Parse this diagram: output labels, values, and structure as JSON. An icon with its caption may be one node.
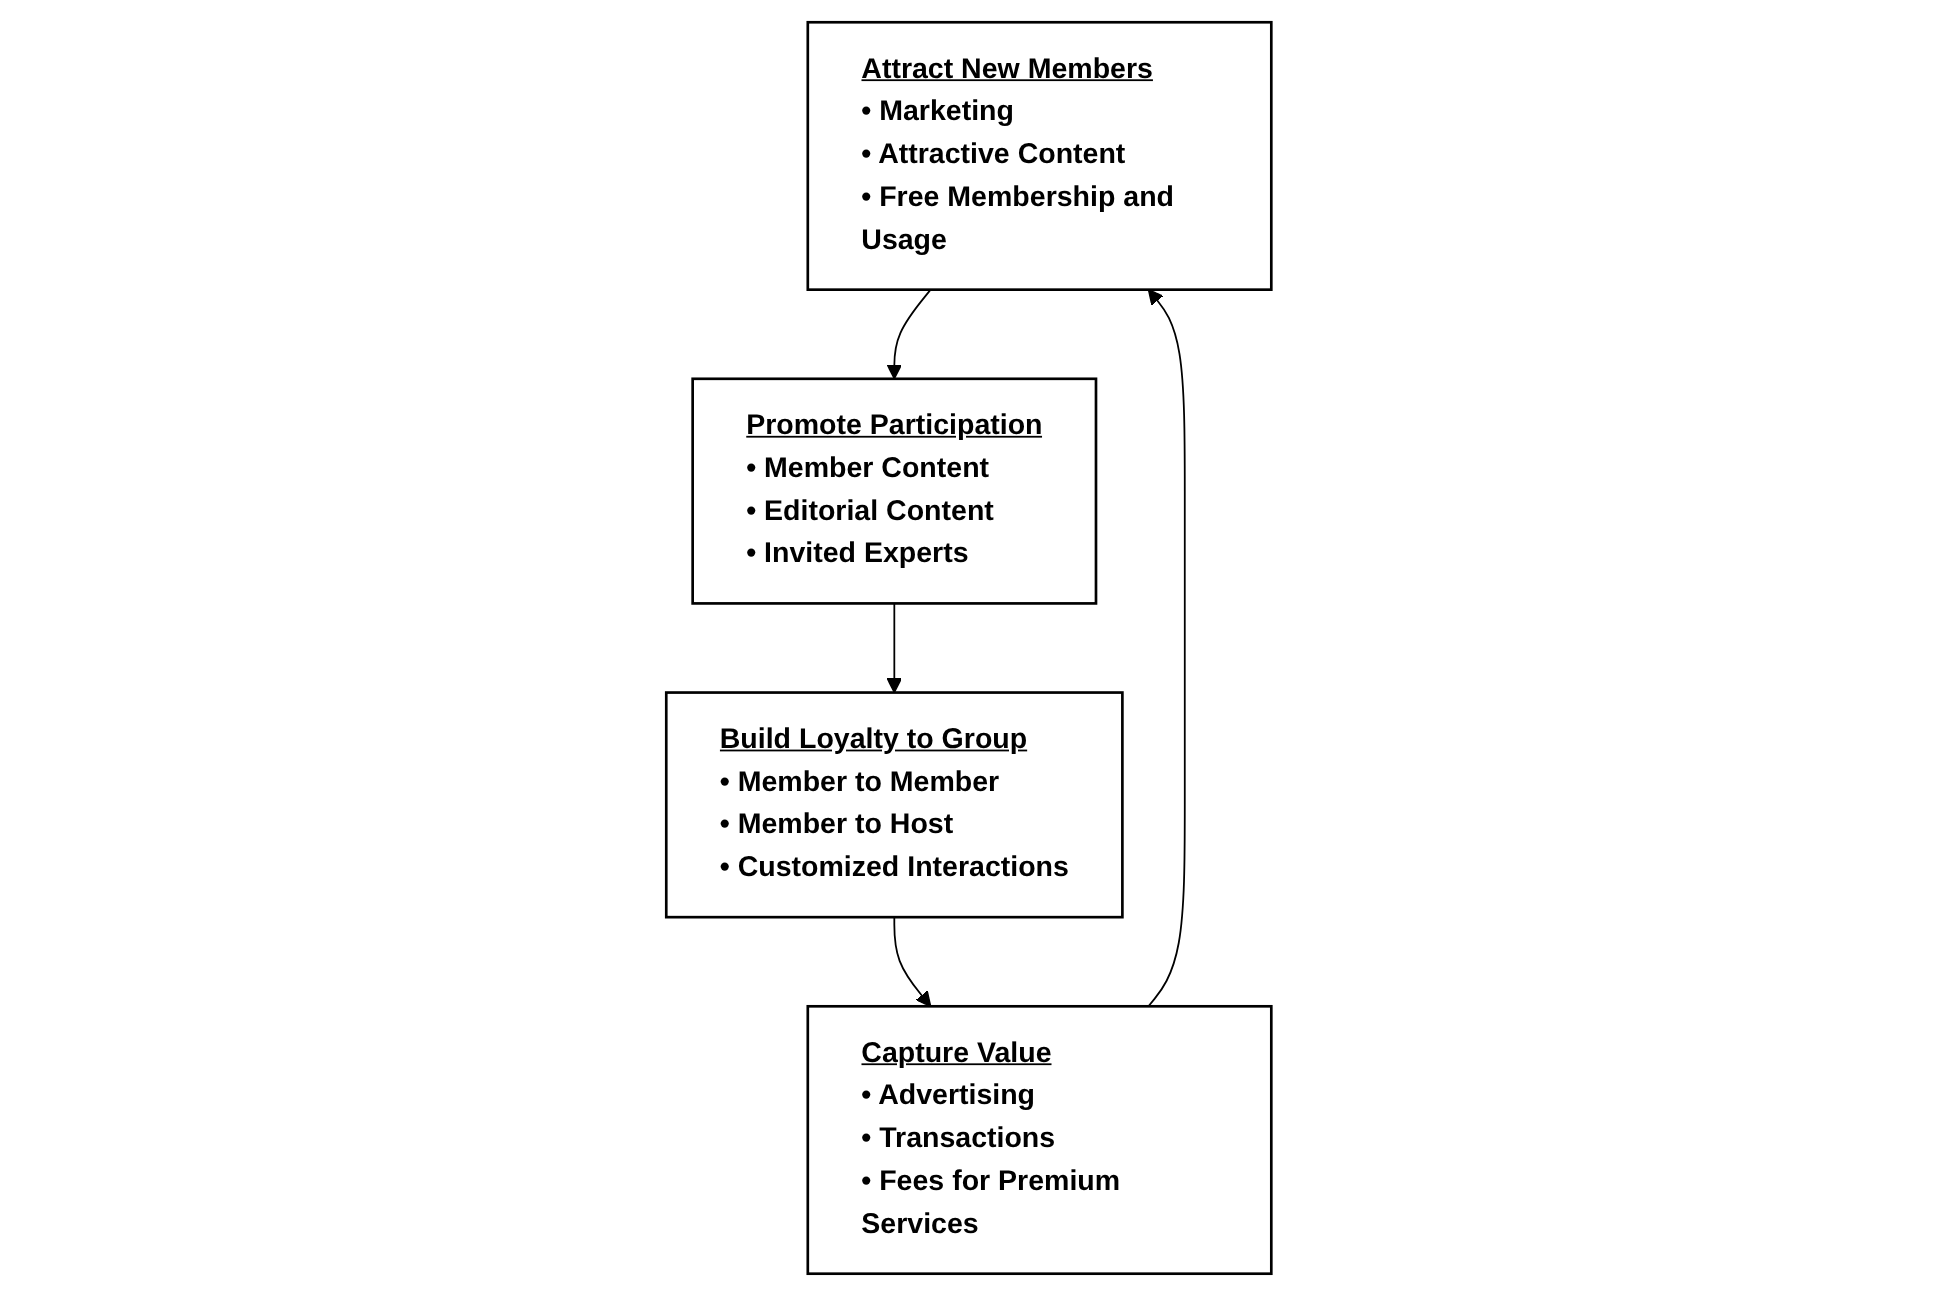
{
  "diagram": {
    "nodes": [
      {
        "text": [
          "Attract New Members",
          "• Marketing",
          "• Attractive Content",
          "• Free Membership and Usage"
        ]
      },
      {
        "text": [
          "Promote Participation",
          "• Member Content",
          "• Editorial Content",
          "• Invited Experts"
        ]
      },
      {
        "text": [
          "Build Loyalty to Group",
          "• Member to Member",
          "• Member to Host",
          "• Customized Interactions"
        ]
      },
      {
        "text": [
          "Capture Value",
          "• Advertising",
          "• Transactions",
          "• Fees for Premium Services"
        ]
      }
    ],
    "edges": [
      {
        "from": 0,
        "to": 1,
        "arrow": "to"
      },
      {
        "from": 1,
        "to": 2,
        "arrow": "to"
      },
      {
        "from": 2,
        "to": 3,
        "arrow": "to"
      },
      {
        "from": 3,
        "to": 0,
        "arrow": "to"
      }
    ]
  }
}
